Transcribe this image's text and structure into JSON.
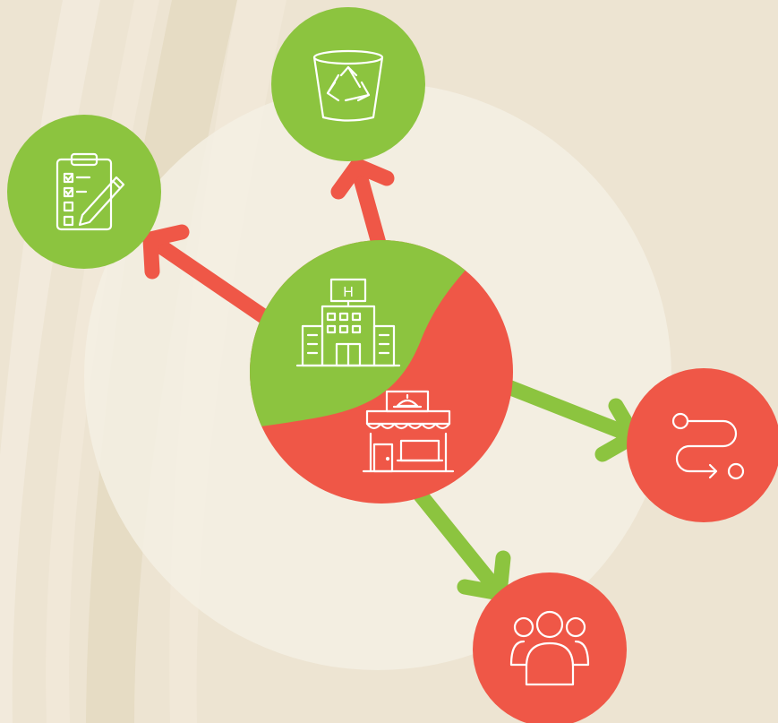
{
  "colors": {
    "background": "#ede4d2",
    "stripe_light": "#f3ecdf",
    "stripe_dark": "#e3d8bd",
    "halo": "#f4efe3",
    "green": "#8cc43f",
    "red": "#ef5747",
    "icon_stroke": "#ffffff"
  },
  "center_node": {
    "top_icon": "hotel-icon",
    "top_icon_letter": "H",
    "bottom_icon": "restaurant-storefront-icon"
  },
  "satellites": [
    {
      "name": "recycle-bin-node",
      "icon": "recycle-bin-icon",
      "color": "green",
      "arrow_color": "red"
    },
    {
      "name": "checklist-node",
      "icon": "clipboard-checklist-icon",
      "color": "green",
      "arrow_color": "red"
    },
    {
      "name": "route-node",
      "icon": "route-path-icon",
      "color": "red",
      "arrow_color": "green"
    },
    {
      "name": "community-node",
      "icon": "community-group-icon",
      "color": "red",
      "arrow_color": "green"
    }
  ]
}
